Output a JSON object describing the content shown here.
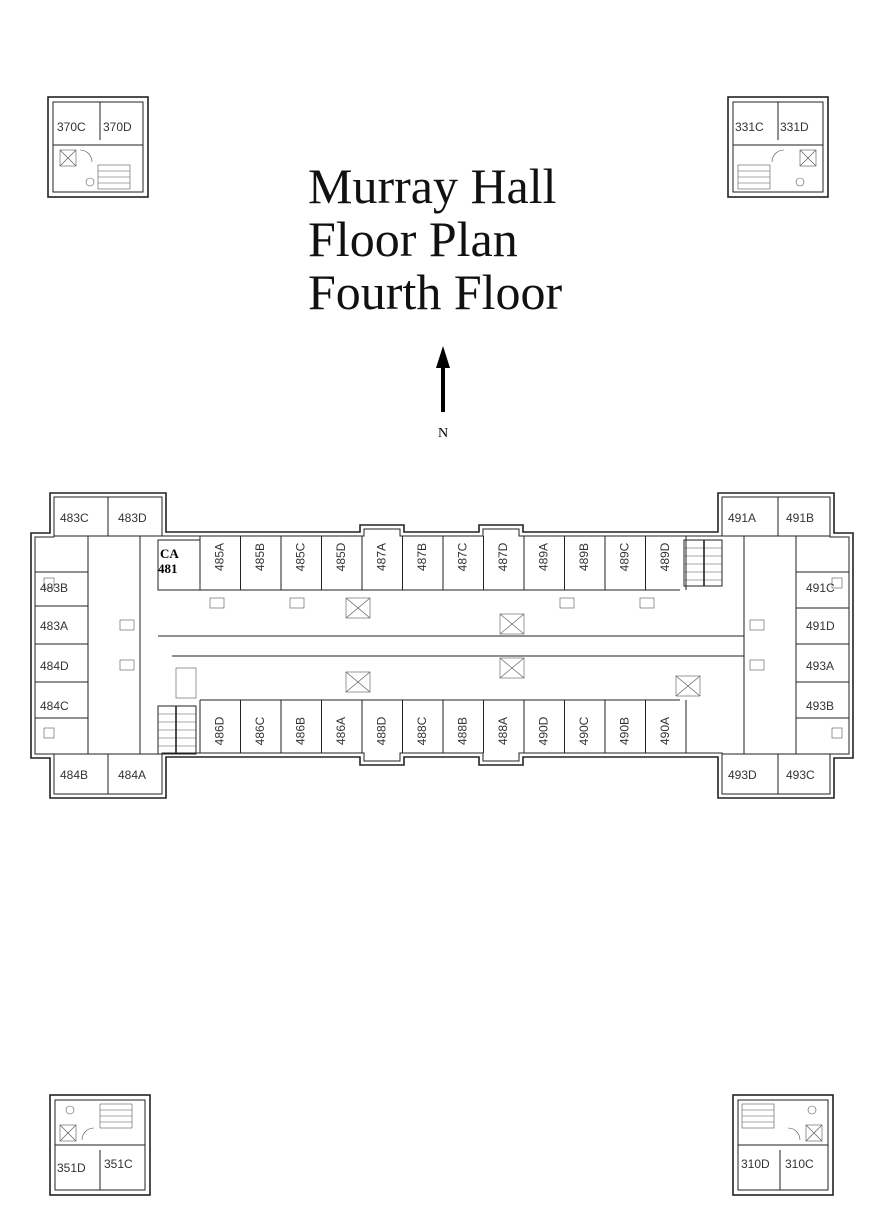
{
  "title": {
    "line1": "Murray Hall",
    "line2": "Floor Plan",
    "line3": "Fourth Floor"
  },
  "compass": {
    "label": "N"
  },
  "ca": {
    "line1": "CA",
    "line2": "481"
  },
  "corner_units": {
    "top_left": [
      "370C",
      "370D"
    ],
    "top_right": [
      "331C",
      "331D"
    ],
    "bottom_left": [
      "351D",
      "351C"
    ],
    "bottom_right": [
      "310D",
      "310C"
    ]
  },
  "wing_west": {
    "top": [
      "483C",
      "483D"
    ],
    "side": [
      "483B",
      "483A",
      "484D",
      "484C"
    ],
    "bottom": [
      "484B",
      "484A"
    ]
  },
  "wing_east": {
    "top": [
      "491A",
      "491B"
    ],
    "side": [
      "491C",
      "491D",
      "493A",
      "493B"
    ],
    "bottom": [
      "493D",
      "493C"
    ]
  },
  "north_rooms": [
    "485A",
    "485B",
    "485C",
    "485D",
    "487A",
    "487B",
    "487C",
    "487D",
    "489A",
    "489B",
    "489C",
    "489D"
  ],
  "south_rooms": [
    "486D",
    "486C",
    "486B",
    "486A",
    "488D",
    "488C",
    "488B",
    "488A",
    "490D",
    "490C",
    "490B",
    "490A"
  ]
}
